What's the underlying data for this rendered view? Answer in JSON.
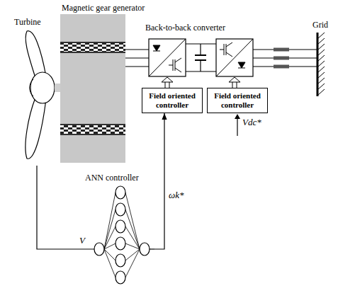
{
  "diagram": {
    "nodes": [
      {
        "text": [
          "Magnetic gear generator"
        ]
      },
      {
        "text": [
          "Field oriented controller"
        ]
      },
      {
        "text": [
          "Field oriented controller"
        ]
      },
      {
        "text": [
          "ANN controller"
        ]
      }
    ],
    "edges": [
      {
        "from": 3,
        "to": 1,
        "arrow": "to",
        "label": "ωk*"
      }
    ],
    "labels": [
      "Turbine",
      "V",
      "Back-to-back converter",
      "Grid",
      "Vdc*"
    ]
  }
}
